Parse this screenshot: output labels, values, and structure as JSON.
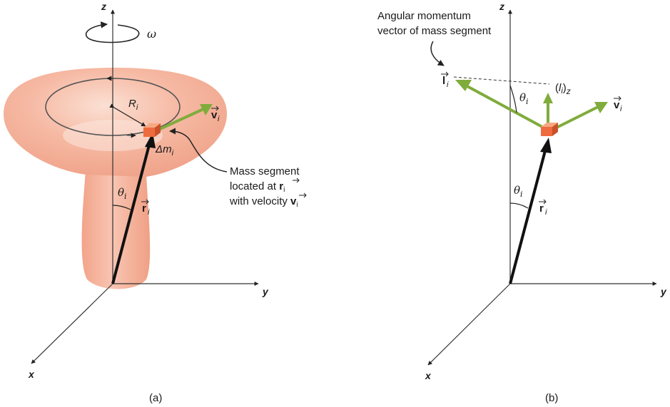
{
  "colors": {
    "body_fill": "#f6b9a3",
    "body_fill_dark": "#ef9d84",
    "cube_front": "#ee6b3f",
    "cube_top": "#f6a882",
    "cube_side": "#c9502a",
    "velocity_green": "#80ac3c",
    "axis": "#333333"
  },
  "panel_a": {
    "axis_z": "z",
    "axis_y": "y",
    "axis_x": "x",
    "omega": "ω",
    "radius_R": "R",
    "radius_sub": "i",
    "theta": "θ",
    "theta_sub": "i",
    "r_vec": "r",
    "r_sub": "i",
    "v_vec": "v",
    "v_sub": "i",
    "delta_m": "Δm",
    "delta_m_sub": "i",
    "callout_line1": "Mass segment",
    "callout_line2_prefix": "located at ",
    "callout_line2_vec": "r",
    "callout_line2_sub": "i",
    "callout_line3_prefix": "with velocity ",
    "callout_line3_vec": "v",
    "callout_line3_sub": "i",
    "caption": "(a)"
  },
  "panel_b": {
    "axis_z": "z",
    "axis_y": "y",
    "axis_x": "x",
    "callout_line1": "Angular momentum",
    "callout_line2": "vector of mass segment",
    "l_vec": "l",
    "l_sub": "i",
    "theta": "θ",
    "theta_sub": "i",
    "lz_open": "(",
    "lz_l": "l",
    "lz_i": "i",
    "lz_close": ")",
    "lz_z": "z",
    "v_vec": "v",
    "v_sub": "i",
    "r_vec": "r",
    "r_sub": "i",
    "caption": "(b)"
  }
}
